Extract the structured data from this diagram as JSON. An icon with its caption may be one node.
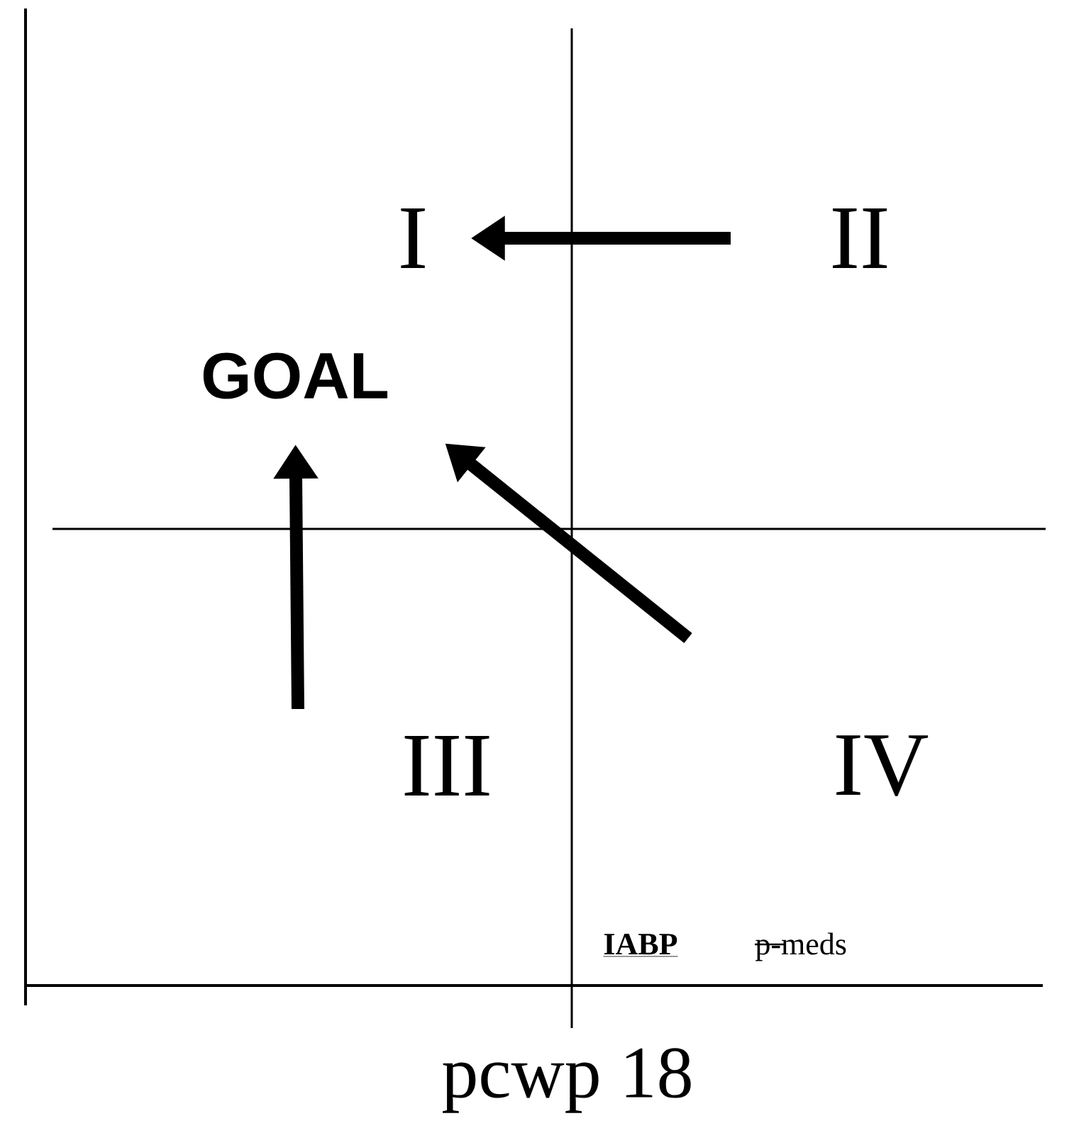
{
  "diagram": {
    "nodes": [
      {
        "text": [
          "I"
        ]
      },
      {
        "text": [
          "II"
        ]
      },
      {
        "text": [
          "GOAL"
        ]
      },
      {
        "text": [
          "III"
        ]
      },
      {
        "text": [
          "IV"
        ]
      }
    ],
    "edges": [
      {
        "from": null,
        "to": 0,
        "arrow": "to"
      },
      {
        "from": null,
        "to": 2,
        "arrow": "to"
      },
      {
        "from": null,
        "to": 2,
        "arrow": "to"
      }
    ],
    "labels": [
      "IABP",
      "p-meds",
      "pcwp 18"
    ]
  }
}
